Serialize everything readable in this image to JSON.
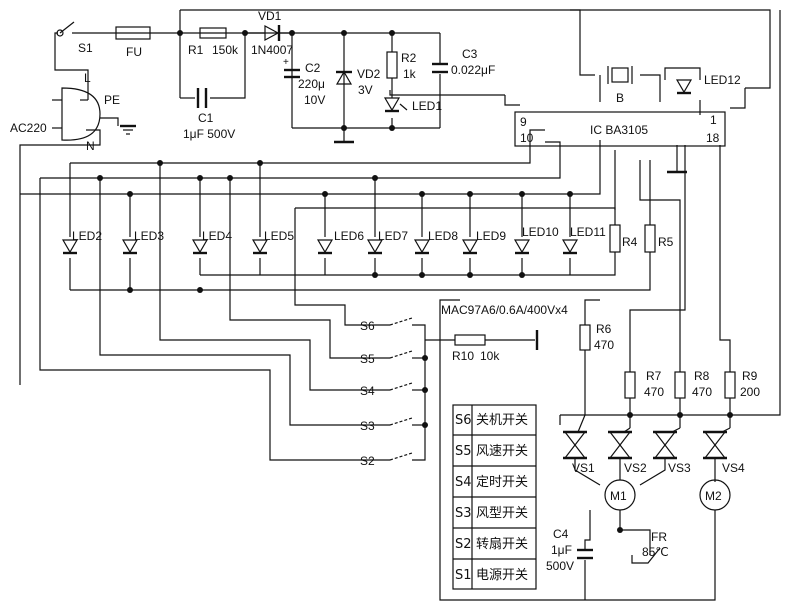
{
  "components": {
    "s1": "S1",
    "fu": "FU",
    "l": "L",
    "pe": "PE",
    "n": "N",
    "ac": "AC220",
    "r1": "R1",
    "r1v": "150k",
    "c1": "C1",
    "c1v": "1μF  500V",
    "vd1": "VD1",
    "vd1v": "1N4007",
    "c2": "C2",
    "c2v1": "220μ",
    "c2v2": "10V",
    "vd2": "VD2",
    "vd2v": "3V",
    "r2": "R2",
    "r2v": "1k",
    "led1": "LED1",
    "c3": "C3",
    "c3v": "0.022μF",
    "b": "B",
    "led12": "LED12",
    "ic": "IC  BA3105",
    "pin9": "9",
    "pin10": "10",
    "pin1": "1",
    "pin18": "18",
    "led2": "LED2",
    "led3": "LED3",
    "led4": "LED4",
    "led5": "LED5",
    "led6": "LED6",
    "led7": "LED7",
    "led8": "LED8",
    "led9": "LED9",
    "led10": "LED10",
    "led11": "LED11",
    "r4": "R4",
    "r5": "R5",
    "mac": "MAC97A6/0.6A/400Vx4",
    "s6": "S6",
    "s5": "S5",
    "s4": "S4",
    "s3": "S3",
    "s2": "S2",
    "r10": "R10",
    "r10v": "10k",
    "r6": "R6",
    "r6v": "470",
    "r7": "R7",
    "r7v": "470",
    "r8": "R8",
    "r8v": "470",
    "r9": "R9",
    "r9v": "200",
    "vs1": "VS1",
    "vs2": "VS2",
    "vs3": "VS3",
    "vs4": "VS4",
    "m1": "M1",
    "m2": "M2",
    "c4": "C4",
    "c4v1": "1μF",
    "c4v2": "500V",
    "fr": "FR",
    "frv": "85℃"
  },
  "legend": [
    {
      "key": "S6",
      "desc": "关机开关"
    },
    {
      "key": "S5",
      "desc": "风速开关"
    },
    {
      "key": "S4",
      "desc": "定时开关"
    },
    {
      "key": "S3",
      "desc": "风型开关"
    },
    {
      "key": "S2",
      "desc": "转扇开关"
    },
    {
      "key": "S1",
      "desc": "电源开关"
    }
  ]
}
